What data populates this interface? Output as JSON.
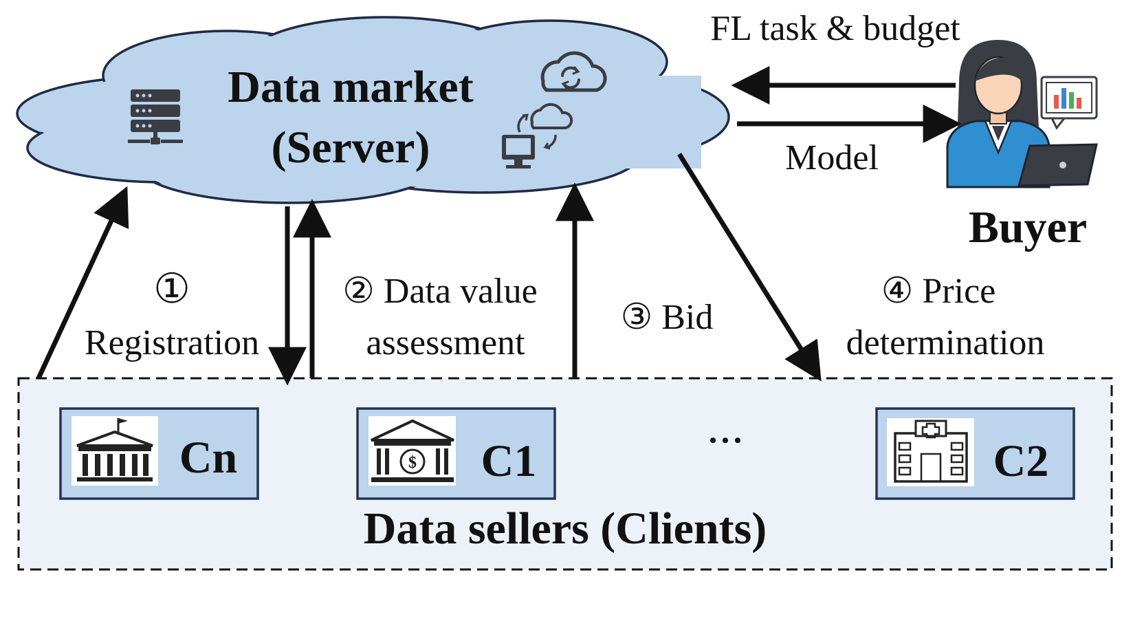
{
  "server": {
    "title_line1": "Data market",
    "title_line2": "(Server)"
  },
  "buyer": {
    "label": "Buyer",
    "task_label": "FL task & budget",
    "model_label": "Model"
  },
  "steps": {
    "s1_num": "①",
    "s1_label": "Registration",
    "s2_line1": "② Data value",
    "s2_line2": "assessment",
    "s3": "③ Bid",
    "s4_line1": "④ Price",
    "s4_line2": "determination"
  },
  "clients": {
    "group_label": "Data sellers (Clients)",
    "cn": "Cn",
    "c1": "C1",
    "c2": "C2",
    "ellipsis": "• • •"
  },
  "colors": {
    "cloud_fill": "#bcd4ec",
    "cloud_stroke": "#1f2a44",
    "client_region_fill": "#edf2f9",
    "client_box_fill": "#bcd4ec",
    "client_box_stroke": "#22344f",
    "buyer_shirt": "#2f8fd0",
    "ink": "#111111"
  }
}
